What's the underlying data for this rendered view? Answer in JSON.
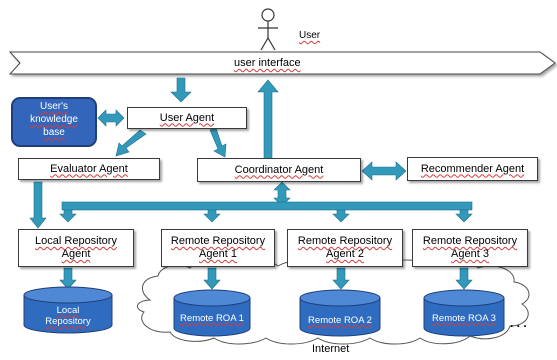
{
  "user": {
    "label": "User"
  },
  "ui": {
    "title": "user interface"
  },
  "knowledge_base": {
    "line1": "User's",
    "line2": "knowledge",
    "line3": "base"
  },
  "agents": {
    "user_agent": "User Agent",
    "evaluator": "Evaluator Agent",
    "coordinator": "Coordinator Agent",
    "recommender": "Recommender Agent",
    "local_repo": {
      "line1": "Local Repository",
      "line2": "Agent"
    },
    "remote1": {
      "line1": "Remote Repository",
      "line2": "Agent 1"
    },
    "remote2": {
      "line1": "Remote Repository",
      "line2": "Agent 2"
    },
    "remote3": {
      "line1": "Remote Repository",
      "line2": "Agent 3"
    }
  },
  "repositories": {
    "local": {
      "line1": "Local",
      "line2": "Repository"
    },
    "roa1": "Remote ROA 1",
    "roa2": "Remote ROA 2",
    "roa3": "Remote ROA 3"
  },
  "internet": {
    "label": "Internet",
    "ellipsis": ". . ."
  },
  "colors": {
    "accent": "#3399bb",
    "cylinder": "#2f6cc0",
    "cylinder_top": "#4f88d4",
    "kb_fill": "#3366bb"
  }
}
